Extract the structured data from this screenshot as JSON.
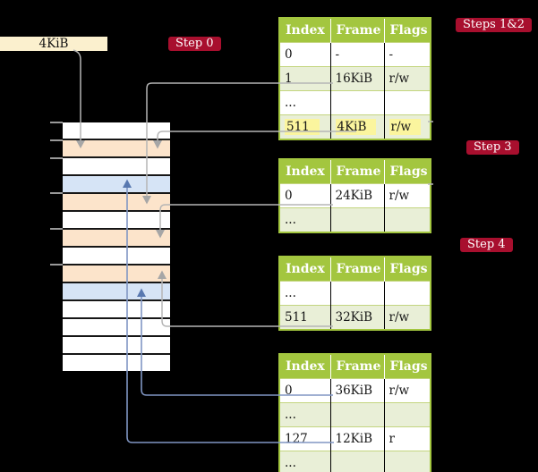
{
  "colors": {
    "cream": "#FBF0CE",
    "peach": "#FCE4CB",
    "blue": "#D6E4F6",
    "white": "#FFFFFF",
    "badge_red": "#A80F2E",
    "table_green": "#A3C63F",
    "table_row_green": "#E9EFD7",
    "highlight_yellow": "#FBF59E",
    "connector_gray": "#B5B5B5",
    "connector_gray_arrow": "#A6A6A6",
    "connector_blue": "#8096C4",
    "connector_blue_arrow": "#5878B0",
    "tick_gray": "#999999"
  },
  "page_box": {
    "label": "4KiB"
  },
  "badges": {
    "step0": {
      "label": "Step 0"
    },
    "steps12": {
      "label": "Steps 1&2"
    },
    "step3": {
      "label": "Step 3"
    },
    "step4": {
      "label": "Step 4"
    }
  },
  "memory_strip": {
    "rows": [
      "white",
      "peach",
      "white",
      "blue",
      "peach",
      "white",
      "peach",
      "white",
      "peach",
      "blue",
      "white",
      "white",
      "white",
      "white"
    ],
    "tick_boundaries": [
      0,
      1,
      2,
      4,
      6,
      8
    ]
  },
  "tables": [
    {
      "name": "page-table-steps-1-2",
      "headers": [
        "Index",
        "Frame",
        "Flags"
      ],
      "rows": [
        {
          "cells": [
            "0",
            "-",
            "-"
          ],
          "bg": "white",
          "highlight": false
        },
        {
          "cells": [
            "1",
            "16KiB",
            "r/w"
          ],
          "bg": "green",
          "highlight": false
        },
        {
          "cells": [
            "...",
            "",
            ""
          ],
          "bg": "white",
          "highlight": false
        },
        {
          "cells": [
            "511",
            "4KiB",
            "r/w"
          ],
          "bg": "green",
          "highlight": true
        }
      ]
    },
    {
      "name": "page-table-step-3",
      "headers": [
        "Index",
        "Frame",
        "Flags"
      ],
      "rows": [
        {
          "cells": [
            "0",
            "24KiB",
            "r/w"
          ],
          "bg": "white",
          "highlight": false
        },
        {
          "cells": [
            "...",
            "",
            ""
          ],
          "bg": "green",
          "highlight": false
        }
      ]
    },
    {
      "name": "page-table-step-4a",
      "headers": [
        "Index",
        "Frame",
        "Flags"
      ],
      "rows": [
        {
          "cells": [
            "...",
            "",
            ""
          ],
          "bg": "white",
          "highlight": false
        },
        {
          "cells": [
            "511",
            "32KiB",
            "r/w"
          ],
          "bg": "green",
          "highlight": false
        }
      ]
    },
    {
      "name": "page-table-step-4b",
      "headers": [
        "Index",
        "Frame",
        "Flags"
      ],
      "rows": [
        {
          "cells": [
            "0",
            "36KiB",
            "r/w"
          ],
          "bg": "white",
          "highlight": false
        },
        {
          "cells": [
            "...",
            "",
            ""
          ],
          "bg": "green",
          "highlight": false
        },
        {
          "cells": [
            "127",
            "12KiB",
            "r"
          ],
          "bg": "white",
          "highlight": false
        },
        {
          "cells": [
            "...",
            "",
            ""
          ],
          "bg": "green",
          "highlight": false
        }
      ]
    }
  ]
}
